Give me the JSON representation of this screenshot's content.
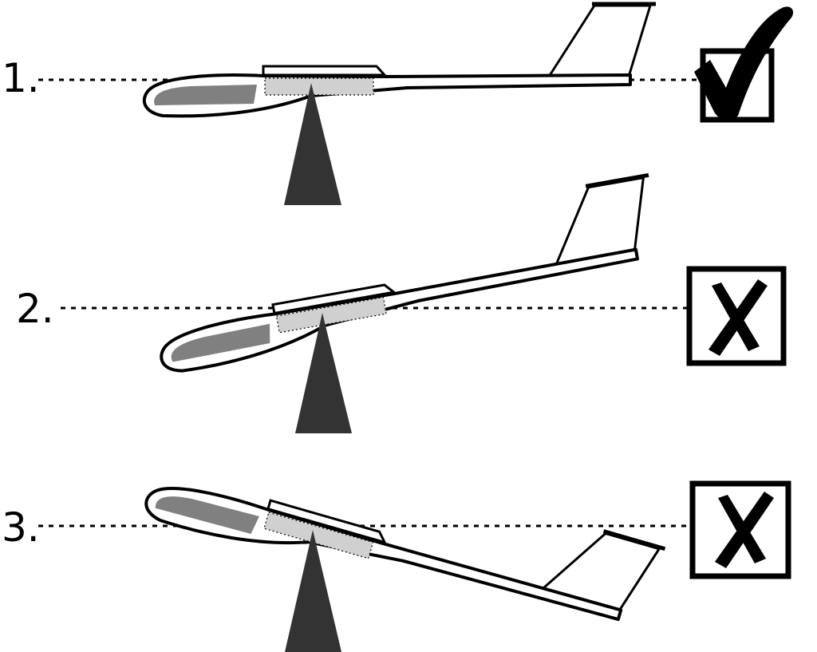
{
  "title": "",
  "balance_tests": [
    {
      "label": "1.",
      "result_icon": "check-mark-icon"
    },
    {
      "label": "2.",
      "result_icon": "x-mark-icon"
    },
    {
      "label": "3.",
      "result_icon": "x-mark-icon"
    }
  ],
  "colors": {
    "outline": "#000000",
    "canopy": "#808080",
    "wing_shadow": "#d0d0d0",
    "pivot": "#333333",
    "background": "#ffffff"
  }
}
